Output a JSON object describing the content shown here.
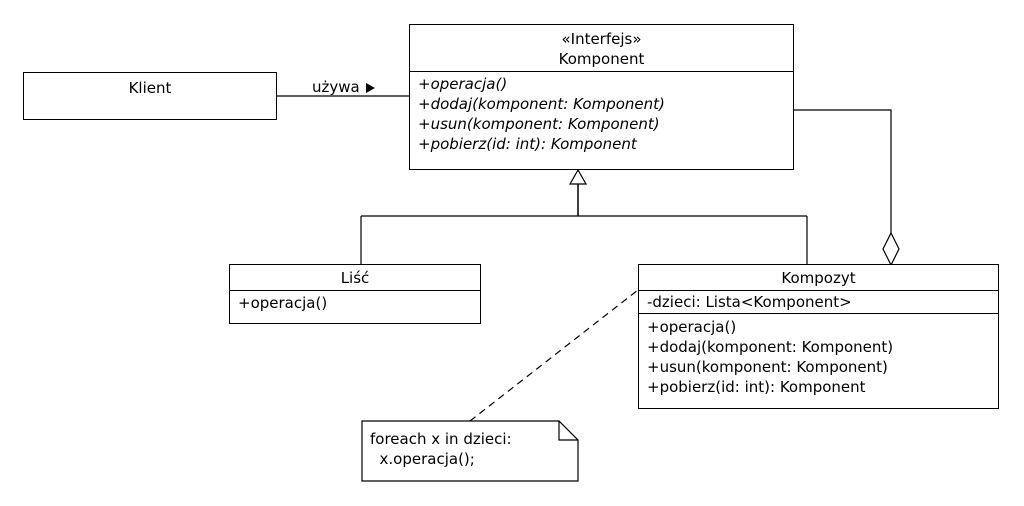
{
  "klient": {
    "name": "Klient"
  },
  "komponent": {
    "stereotype": "«Interfejs»",
    "name": "Komponent",
    "operations": [
      "+operacja()",
      "+dodaj(komponent: Komponent)",
      "+usun(komponent: Komponent)",
      "+pobierz(id: int): Komponent"
    ]
  },
  "lisc": {
    "name": "Liść",
    "operations": [
      "+operacja()"
    ]
  },
  "kompozyt": {
    "name": "Kompozyt",
    "attributes": [
      "-dzieci: Lista<Komponent>"
    ],
    "operations": [
      "+operacja()",
      "+dodaj(komponent: Komponent)",
      "+usun(komponent: Komponent)",
      "+pobierz(id: int): Komponent"
    ]
  },
  "association": {
    "label": "używa"
  },
  "note": {
    "lines": [
      "foreach x in dzieci:",
      "  x.operacja();"
    ]
  }
}
